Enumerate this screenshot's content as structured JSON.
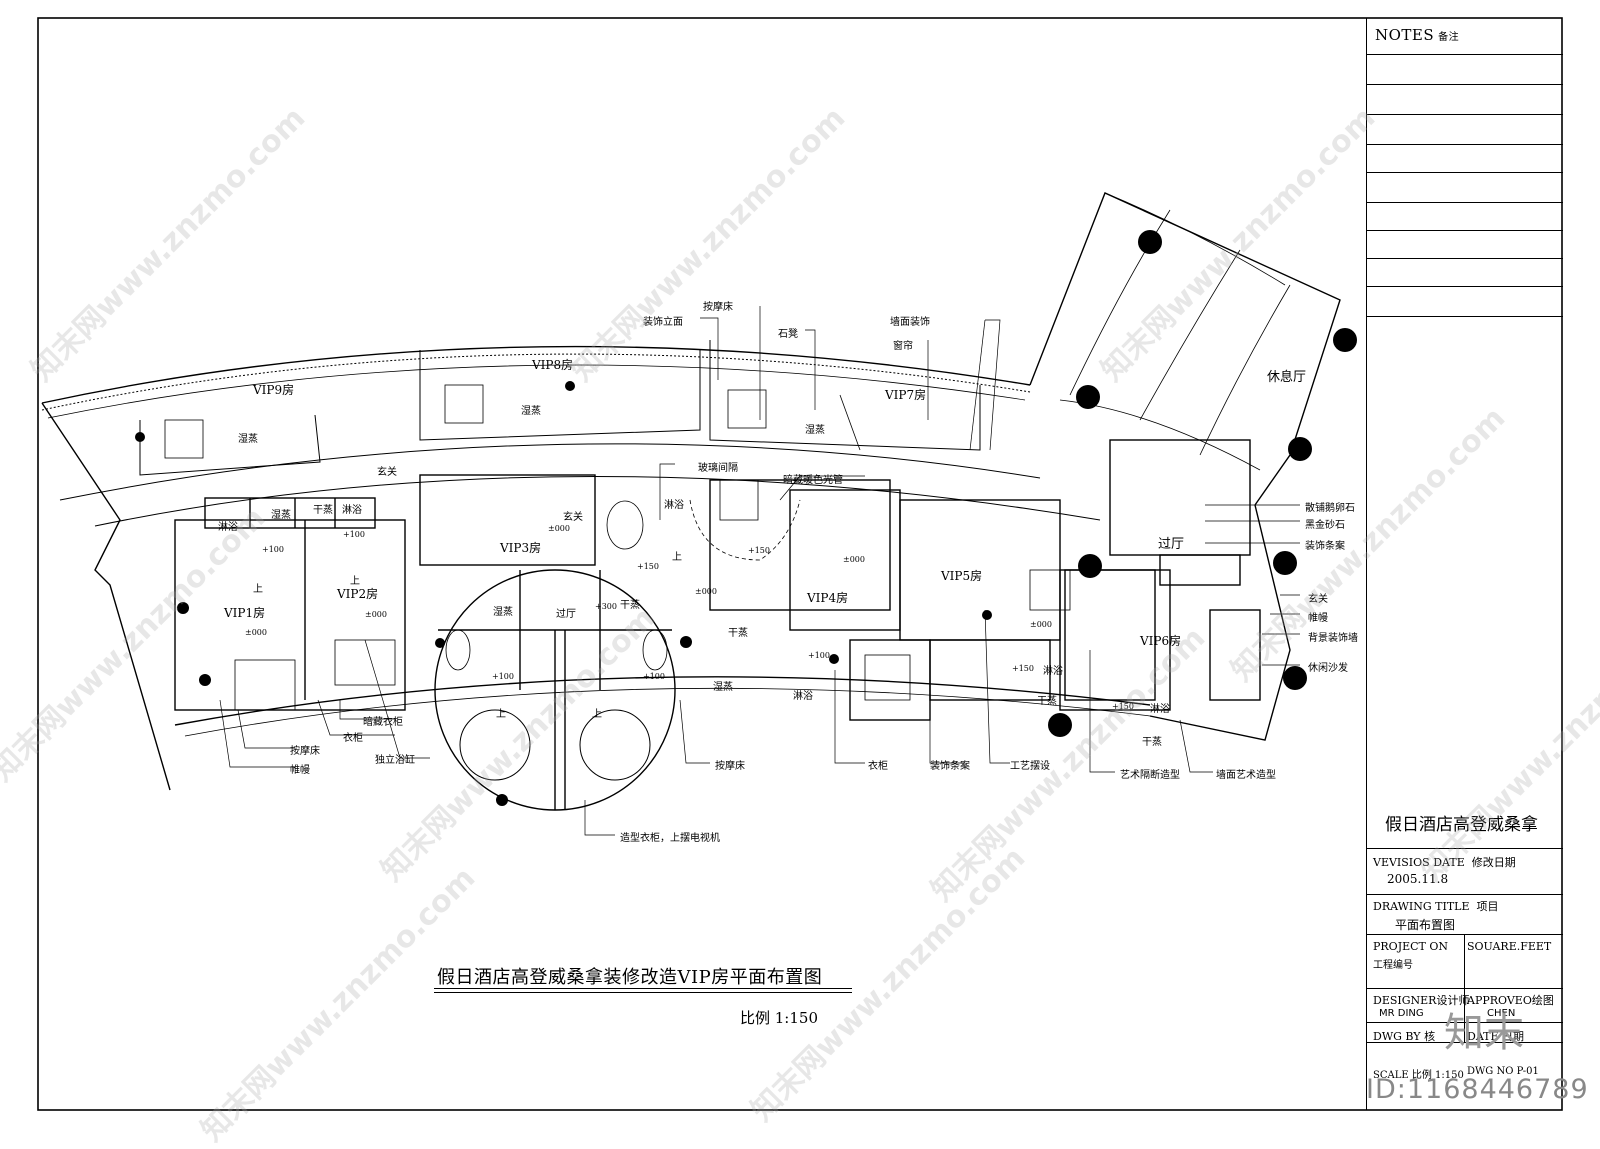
{
  "drawing": {
    "title": "假日酒店高登威桑拿装修改造VIP房平面布置图",
    "scale": "比例 1:150",
    "rooms": {
      "vip1": "VIP1房",
      "vip2": "VIP2房",
      "vip3": "VIP3房",
      "vip4": "VIP4房",
      "vip5": "VIP5房",
      "vip6": "VIP6房",
      "vip7": "VIP7房",
      "vip8": "VIP8房",
      "vip9": "VIP9房",
      "lounge": "休息厅",
      "hall": "过厅"
    },
    "labels": {
      "shi_zheng": "湿蒸",
      "gan_zheng": "干蒸",
      "lin_yu": "淋浴",
      "xuan_guan": "玄关",
      "guo_ting": "过厅",
      "level": "±000",
      "level100": "+100",
      "level150": "+150",
      "level300": "+300",
      "up": "上"
    },
    "callouts": {
      "massage_bed_top": "按摩床",
      "deco_elevation": "装饰立面",
      "stone_stool": "石凳",
      "wall_deco": "墙面装饰",
      "curtain": "窗帘",
      "glass_partition": "玻璃间隔",
      "hidden_light": "暗藏暖色光管",
      "pebbles": "散铺鹅卵石",
      "black_sand": "黑金砂石",
      "deco_table_r": "装饰条案",
      "entry_r": "玄关",
      "curtain_r": "帷幔",
      "bg_wall": "背景装饰墙",
      "sofa": "休闲沙发",
      "hidden_wardrobe": "暗藏衣柜",
      "wardrobe_l": "衣柜",
      "bathtub": "独立浴缸",
      "massage_bed_l": "按摩床",
      "curtain_l": "帷幔",
      "massage_bed_c": "按摩床",
      "wardrobe_tv": "造型衣柜，上摆电视机",
      "wardrobe_c": "衣柜",
      "deco_table_c": "装饰条案",
      "craft": "工艺摆设",
      "art_partition": "艺术隔断造型",
      "wall_art": "墙面艺术造型"
    }
  },
  "titleblock": {
    "notes": "NOTES",
    "notes_cn": "备注",
    "project_name": "假日酒店高登威桑拿",
    "revision_label": "VEVISIOS DATE",
    "revision_label_cn": "修改日期",
    "revision_date": "2005.11.8",
    "drawing_title_label": "DRAWING TITLE",
    "drawing_title_label_cn": "项目",
    "drawing_title": "平面布置图",
    "project_no_label": "PROJECT ON",
    "project_no_label_cn": "工程编号",
    "square_feet_label": "SOUARE.FEET",
    "designer_label": "DESIGNER设计师",
    "designer": "MR DING",
    "approved_label": "APPROVEO绘图",
    "approved": "CHEN",
    "dwg_by_label": "DWG BY",
    "dwg_by_label_cn": "核",
    "date_label": "DATE",
    "date_label_cn": "日期",
    "scale_label": "SCALE 比例",
    "scale_value": "1:150",
    "dwg_no_label": "DWG NO",
    "dwg_no_value": "P-01"
  },
  "watermark": {
    "site": "知末网www.znzmo.com",
    "logo": "知末",
    "id": "ID:1168446789"
  }
}
